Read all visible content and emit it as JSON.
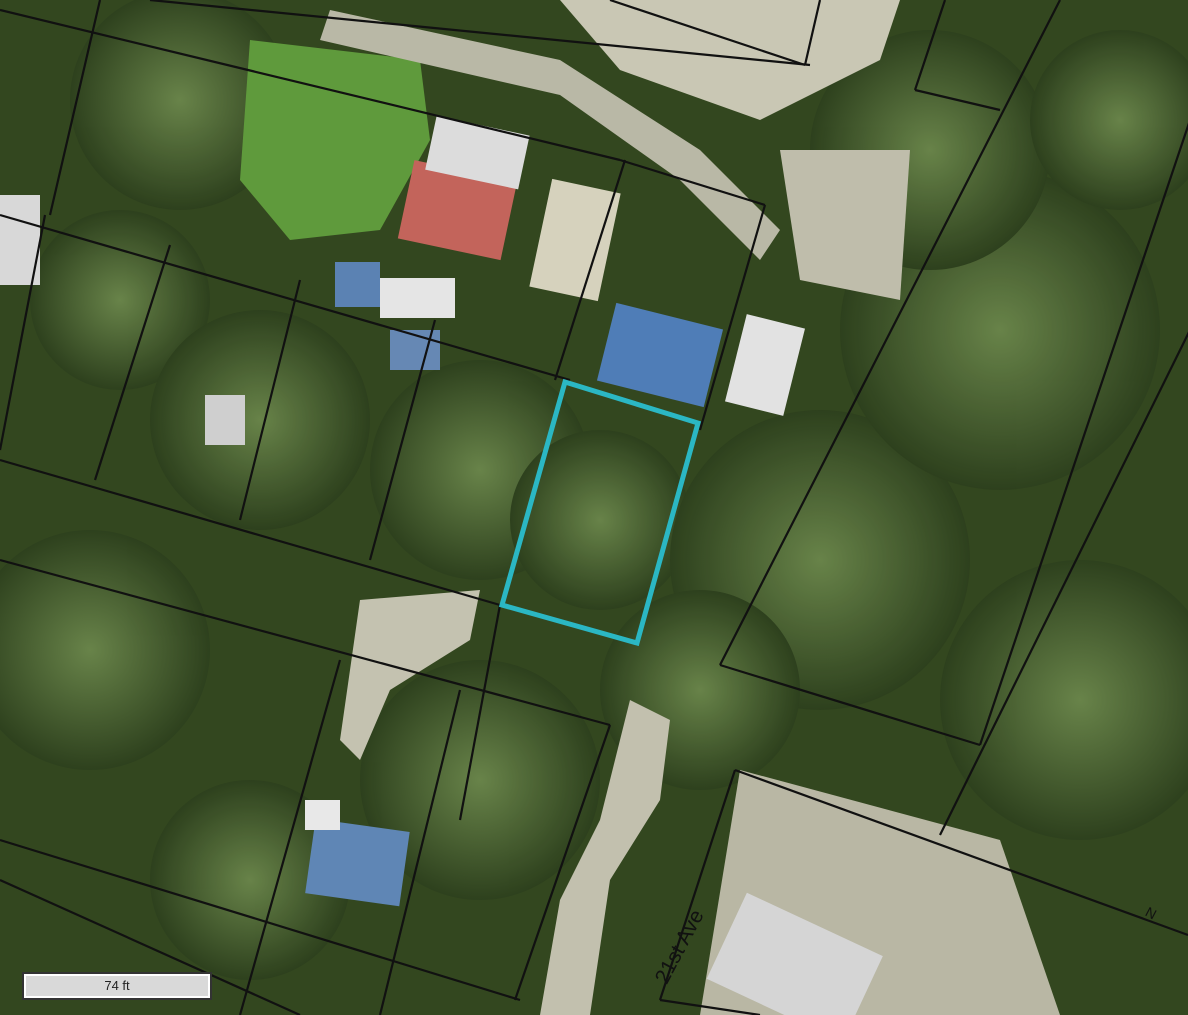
{
  "map": {
    "scale_bar_label": "74 ft",
    "street_label": "21st Ave",
    "north_label": "N"
  },
  "colors": {
    "parcel_line": "#111111",
    "highlight_parcel": "#2bb7c4",
    "tree_canopy_dark": "#1f2f16",
    "tree_canopy": "#3f5a2a",
    "grass": "#5a9a3a",
    "dirt_road": "#c7c4b2",
    "roof_blue": "#4a7ab0",
    "roof_red": "#c0625a",
    "roof_grey": "#d9d9d9"
  }
}
